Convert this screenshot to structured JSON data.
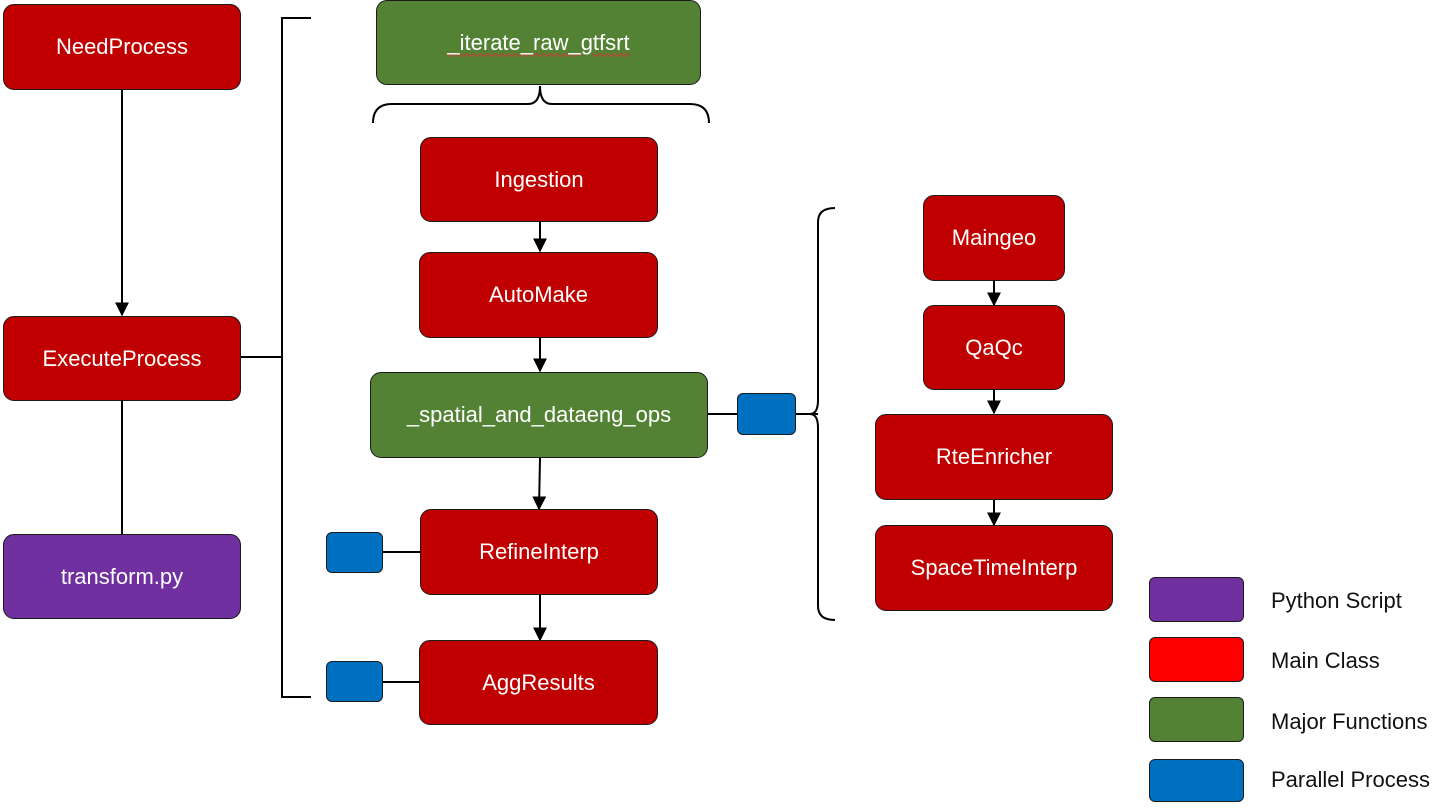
{
  "nodes": {
    "need_process": "NeedProcess",
    "execute_process": "ExecuteProcess",
    "transform_py": "transform.py",
    "iterate_raw_gtfsrt": "_iterate_raw_gtfsrt",
    "ingestion": "Ingestion",
    "automake": "AutoMake",
    "spatial_and_dataeng_ops": "_spatial_and_dataeng_ops",
    "refine_interp": "RefineInterp",
    "agg_results": "AggResults",
    "maingeo": "Maingeo",
    "qaqc": "QaQc",
    "rte_enricher": "RteEnricher",
    "space_time_interp": "SpaceTimeInterp"
  },
  "legend": [
    {
      "label": "Python Script",
      "color": "#7030a0"
    },
    {
      "label": "Main Class",
      "color": "#ff0000"
    },
    {
      "label": "Major Functions",
      "color": "#548235"
    },
    {
      "label": "Parallel Process",
      "color": "#0070c0"
    }
  ],
  "colors": {
    "main_class_fill": "#c00000",
    "major_function_fill": "#548235",
    "python_script_fill": "#7030a0",
    "parallel_process_fill": "#0070c0"
  }
}
